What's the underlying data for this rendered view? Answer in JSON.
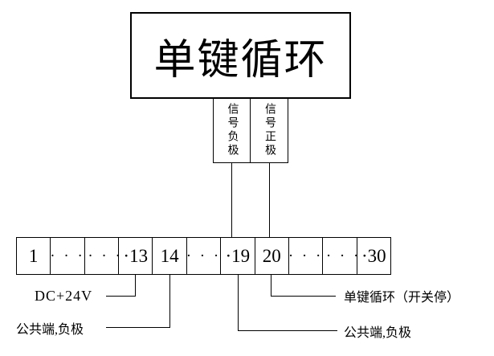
{
  "diagram": {
    "title": "单键循环",
    "signal_boxes": [
      {
        "id": "signal-negative",
        "label": "信号负极"
      },
      {
        "id": "signal-positive",
        "label": "信号正极"
      }
    ],
    "terminal_strip": {
      "cells": [
        "1",
        "· · ·",
        "·· · ·",
        "·13",
        "14",
        "· · ·",
        "·19",
        "20",
        "· · ·",
        "·· · ·",
        "·30"
      ]
    },
    "annotations": {
      "dc_power": "DC+24V",
      "common_left": "公共端,负极",
      "single_key_mode": "单键循环（开关停）",
      "common_right": "公共端,负极"
    },
    "colors": {
      "line": "#000000",
      "background": "#ffffff",
      "text": "#000000"
    }
  }
}
